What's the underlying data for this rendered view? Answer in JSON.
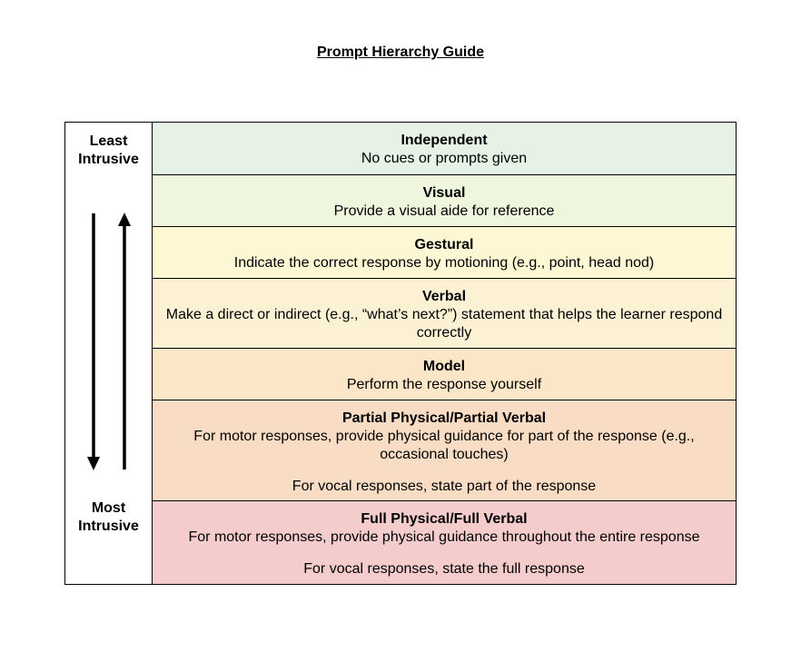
{
  "title": "Prompt Hierarchy Guide",
  "left": {
    "top_label_1": "Least",
    "top_label_2": "Intrusive",
    "bottom_label_1": "Most",
    "bottom_label_2": "Intrusive"
  },
  "rows": [
    {
      "title": "Independent",
      "desc": "No cues or prompts given",
      "color": "#e5f2e5"
    },
    {
      "title": "Visual",
      "desc": "Provide a visual aide for reference",
      "color": "#eef7dd"
    },
    {
      "title": "Gestural",
      "desc": "Indicate the correct response by motioning (e.g., point, head nod)",
      "color": "#fdf8d3"
    },
    {
      "title": "Verbal",
      "desc": "Make a direct or indirect (e.g., “what’s next?”) statement that helps the learner respond correctly",
      "color": "#fcf1d3"
    },
    {
      "title": "Model",
      "desc": "Perform the response yourself",
      "color": "#fbe6c8"
    },
    {
      "title": "Partial Physical/Partial Verbal",
      "desc": "For motor responses, provide physical guidance for part of the response (e.g., occasional touches)",
      "extra": "For vocal responses, state part of the response",
      "color": "#f9dcc4"
    },
    {
      "title": "Full Physical/Full Verbal",
      "desc": "For motor responses, provide physical guidance throughout the entire response",
      "extra": "For vocal responses, state the full response",
      "color": "#f5cccc"
    }
  ]
}
